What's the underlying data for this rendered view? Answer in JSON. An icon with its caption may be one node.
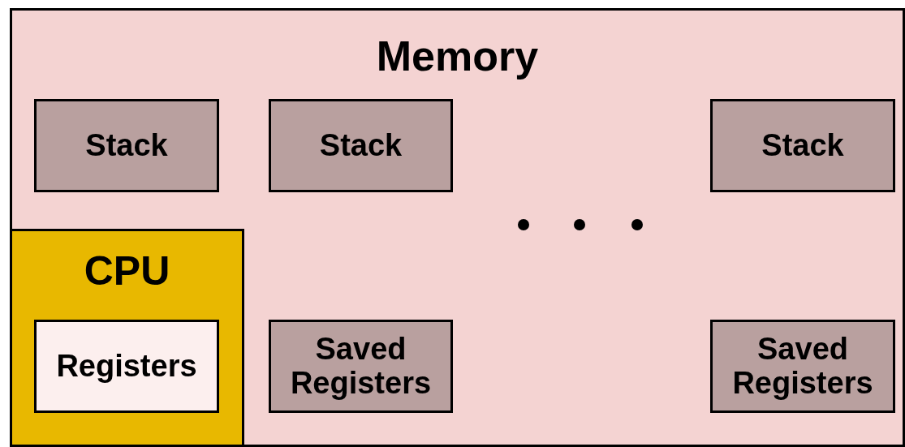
{
  "diagram": {
    "nodes": [
      {
        "text": [
          "Memory"
        ]
      },
      {
        "text": [
          "Stack"
        ],
        "in": 0
      },
      {
        "text": [
          "Stack"
        ],
        "in": 0
      },
      {
        "text": [
          "Stack"
        ],
        "in": 0
      },
      {
        "text": [
          "CPU"
        ],
        "in": 0
      },
      {
        "text": [
          "Registers"
        ],
        "in": 4
      },
      {
        "text": [
          "Saved Registers"
        ],
        "in": 0
      },
      {
        "text": [
          "Saved Registers"
        ],
        "in": 0
      }
    ]
  }
}
